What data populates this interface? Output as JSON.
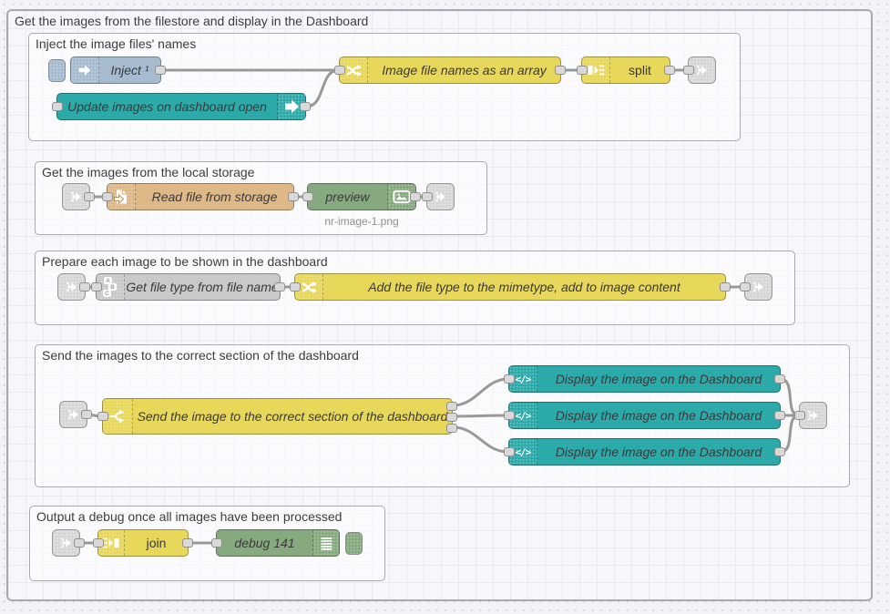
{
  "app": "Node-RED flow editor",
  "outer_group": {
    "title": "Get the images from the filestore and display in the Dashboard"
  },
  "groups": [
    {
      "title": "Inject the image files' names",
      "nodes": [
        {
          "type": "inject",
          "label": "Inject ¹",
          "icon": "inject-arrow-icon",
          "has_button": true
        },
        {
          "type": "ui-control",
          "label": "Update images on dashboard open",
          "icon": "arrow-right-icon"
        },
        {
          "type": "function",
          "label": "Image file names as an array",
          "icon": "function-shuffle-icon"
        },
        {
          "type": "split",
          "label": "split",
          "icon": "split-icon"
        },
        {
          "type": "link-out",
          "label": "",
          "icon": "link-out-icon"
        }
      ]
    },
    {
      "title": "Get the images from the local storage",
      "nodes": [
        {
          "type": "link-in",
          "label": "",
          "icon": "link-in-icon"
        },
        {
          "type": "file-in",
          "label": "Read file from storage",
          "icon": "file-icon"
        },
        {
          "type": "image-preview",
          "label": "preview",
          "icon": "picture-icon",
          "status": "nr-image-1.png"
        },
        {
          "type": "link-out",
          "label": "",
          "icon": "link-out-icon"
        }
      ]
    },
    {
      "title": "Prepare each image to be shown in the dashboard",
      "nodes": [
        {
          "type": "link-in",
          "label": "",
          "icon": "link-in-icon"
        },
        {
          "type": "string",
          "label": "Get file type from file name",
          "icon": "abc-blocks-icon",
          "icon_letters": [
            "A",
            "B",
            "C"
          ]
        },
        {
          "type": "function",
          "label": "Add the file type to the mimetype, add to image content",
          "icon": "function-shuffle-icon"
        },
        {
          "type": "link-out",
          "label": "",
          "icon": "link-out-icon"
        }
      ]
    },
    {
      "title": "Send the images to the correct section of the dashboard",
      "nodes": [
        {
          "type": "link-in",
          "label": "",
          "icon": "link-in-icon"
        },
        {
          "type": "switch",
          "label": "Send the image to the correct section of the dashboard",
          "icon": "switch-fork-icon",
          "outputs": 3
        },
        {
          "type": "ui-template",
          "label": "Display the image on the Dashboard",
          "icon": "code-icon",
          "icon_glyph": "</>"
        },
        {
          "type": "ui-template",
          "label": "Display the image on the Dashboard",
          "icon": "code-icon",
          "icon_glyph": "</>"
        },
        {
          "type": "ui-template",
          "label": "Display the image on the Dashboard",
          "icon": "code-icon",
          "icon_glyph": "</>"
        },
        {
          "type": "link-out",
          "label": "",
          "icon": "link-out-icon"
        }
      ]
    },
    {
      "title": "Output a debug once all images have been processed",
      "nodes": [
        {
          "type": "link-in",
          "label": "",
          "icon": "link-in-icon"
        },
        {
          "type": "join",
          "label": "join",
          "icon": "join-icon"
        },
        {
          "type": "debug",
          "label": "debug 141",
          "icon": "list-icon",
          "has_button": true
        }
      ]
    }
  ],
  "colors": {
    "inject_blue": "#a6bbcf",
    "dashboard_teal": "#2caaaa",
    "function_yellow": "#e7d75b",
    "file_orange": "#deb887",
    "debug_green": "#87a980",
    "string_grey": "#c9c9c9",
    "link_grey": "#d6d6d6",
    "wire_grey": "#999999",
    "port_fill": "#d9d9d9",
    "group_border": "#a9a9b2",
    "canvas_bg": "#f3f2f6"
  }
}
